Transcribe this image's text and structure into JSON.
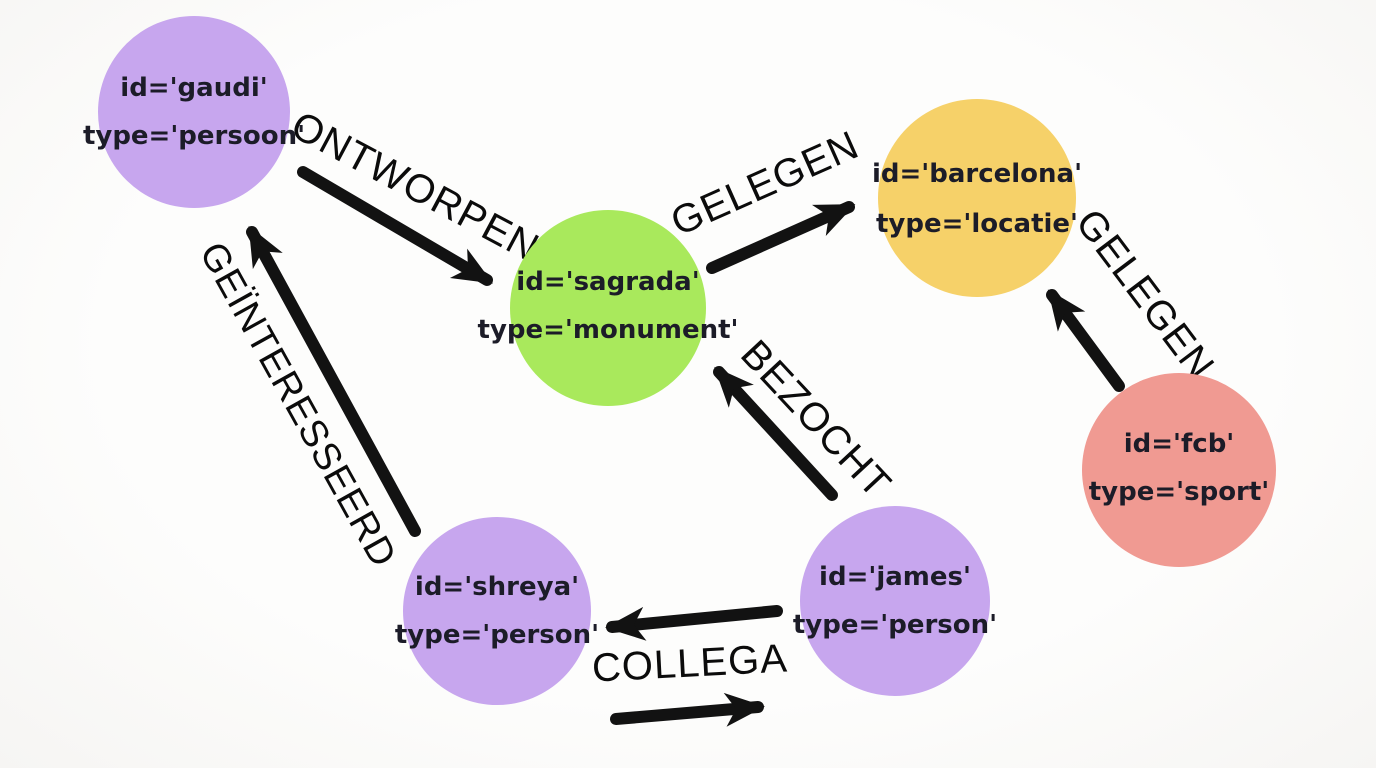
{
  "diagram": {
    "kind": "knowledge-graph",
    "background_color": "#fdfdfc",
    "arrow_color": "#121212",
    "text_color": "#1c1c28"
  },
  "nodes": [
    {
      "key": "gaudi",
      "id_label": "id='gaudi'",
      "type_label": "type='persoon'",
      "color": "#c7a6ee"
    },
    {
      "key": "sagrada",
      "id_label": "id='sagrada'",
      "type_label": "type='monument'",
      "color": "#a9e95c"
    },
    {
      "key": "barcelona",
      "id_label": "id='barcelona'",
      "type_label": "type='locatie'",
      "color": "#f6d169"
    },
    {
      "key": "fcb",
      "id_label": "id='fcb'",
      "type_label": "type='sport'",
      "color": "#f09a92"
    },
    {
      "key": "shreya",
      "id_label": "id='shreya'",
      "type_label": "type='person'",
      "color": "#c7a6ee"
    },
    {
      "key": "james",
      "id_label": "id='james'",
      "type_label": "type='person'",
      "color": "#c7a6ee"
    }
  ],
  "edges": [
    {
      "label": "ONTWORPEN",
      "from": "gaudi",
      "to": "sagrada",
      "bidirectional": false
    },
    {
      "label": "GELEGEN",
      "from": "sagrada",
      "to": "barcelona",
      "bidirectional": false
    },
    {
      "label": "BEZOCHT",
      "from": "james",
      "to": "sagrada",
      "bidirectional": false
    },
    {
      "label": "GELEGEN",
      "from": "fcb",
      "to": "barcelona",
      "bidirectional": false
    },
    {
      "label": "GEÏNTERESSEERD",
      "from": "shreya",
      "to": "gaudi",
      "bidirectional": false
    },
    {
      "label": "COLLEGA",
      "from": "james",
      "to": "shreya",
      "bidirectional": true
    }
  ]
}
